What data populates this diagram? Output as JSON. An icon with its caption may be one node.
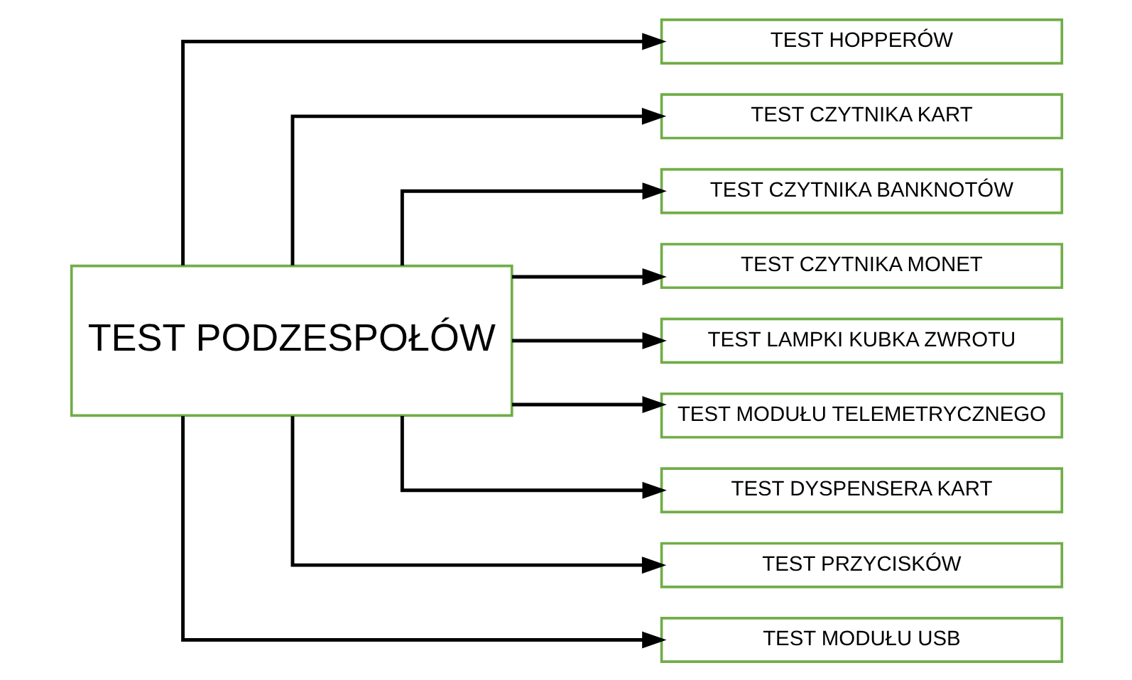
{
  "diagram": {
    "nodes": [
      {
        "text": [
          "TEST PODZESPOŁÓW"
        ]
      },
      {
        "text": [
          "TEST HOPPERÓW"
        ]
      },
      {
        "text": [
          "TEST CZYTNIKA KART"
        ]
      },
      {
        "text": [
          "TEST CZYTNIKA BANKNOTÓW"
        ]
      },
      {
        "text": [
          "TEST CZYTNIKA MONET"
        ]
      },
      {
        "text": [
          "TEST LAMPKI KUBKA ZWROTU"
        ]
      },
      {
        "text": [
          "TEST MODUŁU TELEMETRYCZNEGO"
        ]
      },
      {
        "text": [
          "TEST DYSPENSERA KART"
        ]
      },
      {
        "text": [
          "TEST PRZYCISKÓW"
        ]
      },
      {
        "text": [
          "TEST MODUŁU USB"
        ]
      }
    ],
    "edges": [
      {
        "from": 0,
        "to": 1,
        "arrow": "to"
      },
      {
        "from": 0,
        "to": 2,
        "arrow": "to"
      },
      {
        "from": 0,
        "to": 3,
        "arrow": "to"
      },
      {
        "from": 0,
        "to": 4,
        "arrow": "to"
      },
      {
        "from": 0,
        "to": 5,
        "arrow": "to"
      },
      {
        "from": 0,
        "to": 6,
        "arrow": "to"
      },
      {
        "from": 0,
        "to": 7,
        "arrow": "to"
      },
      {
        "from": 0,
        "to": 8,
        "arrow": "to"
      },
      {
        "from": 0,
        "to": 9,
        "arrow": "to"
      }
    ]
  }
}
